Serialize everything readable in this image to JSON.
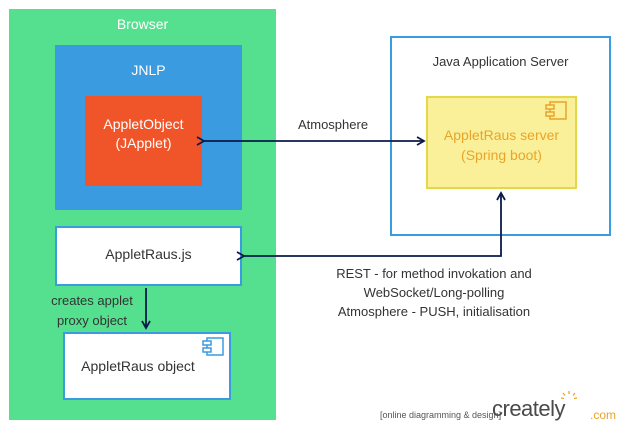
{
  "browser": {
    "title": "Browser"
  },
  "jnlp": {
    "title": "JNLP"
  },
  "applet_object": {
    "line1": "AppletObject",
    "line2": "(JApplet)"
  },
  "applet_raus_js": {
    "label": "AppletRaus.js"
  },
  "applet_raus_object": {
    "label": "AppletRaus object"
  },
  "server": {
    "title": "Java Application Server"
  },
  "applet_raus_server": {
    "line1": "AppletRaus server",
    "line2": "(Spring boot)"
  },
  "edges": {
    "atmosphere": "Atmosphere",
    "rest_line1": "REST - for method invokation and",
    "rest_line2": "WebSocket/Long-polling",
    "rest_line3": "Atmosphere - PUSH, initialisation",
    "creates_line1": "creates applet",
    "creates_line2": "proxy object"
  },
  "branding": {
    "tagline": "[online diagramming & design]",
    "name": "creately",
    "domain": ".com"
  },
  "colors": {
    "browser": "#55e08f",
    "jnlp": "#3a9be0",
    "applet": "#f0552a",
    "server_node": "#fbf09a",
    "arrow": "#0b1a4a"
  }
}
